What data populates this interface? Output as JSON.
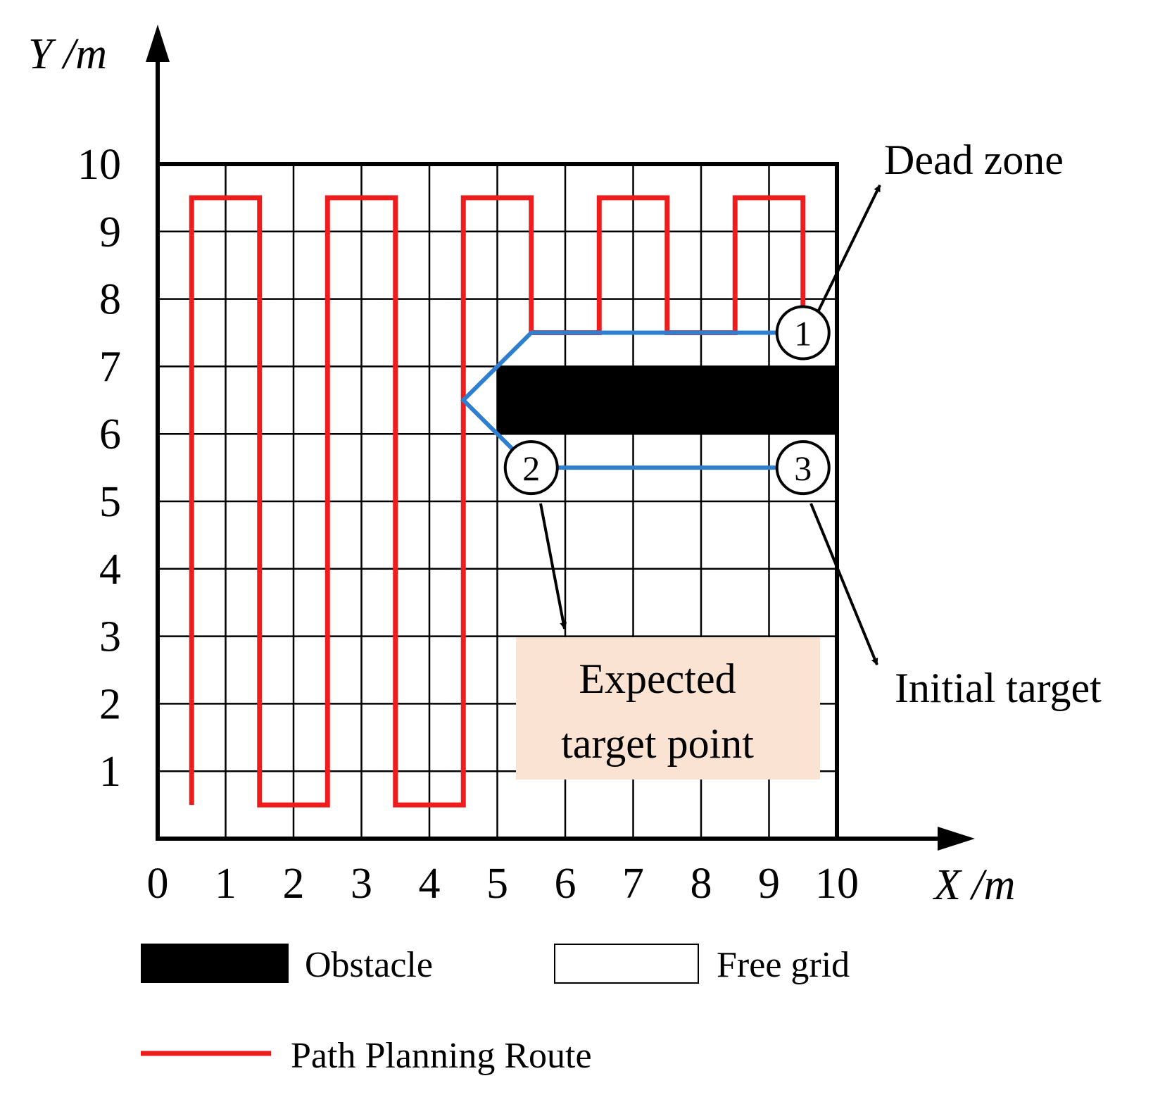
{
  "axes": {
    "x_label": "X /m",
    "y_label": "Y /m",
    "x_ticks": [
      "0",
      "1",
      "2",
      "3",
      "4",
      "5",
      "6",
      "7",
      "8",
      "9",
      "10"
    ],
    "y_ticks": [
      "1",
      "2",
      "3",
      "4",
      "5",
      "6",
      "7",
      "8",
      "9",
      "10"
    ],
    "x_range": [
      0,
      10
    ],
    "y_range": [
      0,
      10
    ]
  },
  "grid": {
    "cell_size_m": 1,
    "columns": 10,
    "rows": 10
  },
  "obstacle": {
    "x": [
      5,
      10
    ],
    "y": [
      6,
      7
    ]
  },
  "red_route": [
    [
      0.5,
      0.5
    ],
    [
      0.5,
      9.5
    ],
    [
      1.5,
      9.5
    ],
    [
      1.5,
      0.5
    ],
    [
      2.5,
      0.5
    ],
    [
      2.5,
      9.5
    ],
    [
      3.5,
      9.5
    ],
    [
      3.5,
      0.5
    ],
    [
      4.5,
      0.5
    ],
    [
      4.5,
      9.5
    ],
    [
      5.5,
      9.5
    ],
    [
      5.5,
      7.5
    ],
    [
      6.5,
      7.5
    ],
    [
      6.5,
      9.5
    ],
    [
      7.5,
      9.5
    ],
    [
      7.5,
      7.5
    ],
    [
      8.5,
      7.5
    ],
    [
      8.5,
      9.5
    ],
    [
      9.5,
      9.5
    ],
    [
      9.5,
      7.5
    ]
  ],
  "blue_route": [
    [
      9.5,
      7.5
    ],
    [
      5.5,
      7.5
    ],
    [
      5,
      7
    ],
    [
      4.5,
      6.5
    ],
    [
      5,
      6
    ],
    [
      5.5,
      5.5
    ],
    [
      9.5,
      5.5
    ]
  ],
  "markers": [
    {
      "id": "1",
      "x": 9.5,
      "y": 7.5
    },
    {
      "id": "2",
      "x": 5.5,
      "y": 5.5
    },
    {
      "id": "3",
      "x": 9.5,
      "y": 5.5
    }
  ],
  "callouts": {
    "dead_zone": "Dead zone",
    "initial_target": "Initial target",
    "expected_line1": "Expected",
    "expected_line2": "target point"
  },
  "legend": {
    "obstacle": "Obstacle",
    "free_grid": "Free grid",
    "route": "Path Planning Route"
  },
  "colors": {
    "route": "#ee1c1c",
    "detour": "#2f7fd1",
    "obstacle": "#000000",
    "highlight_box": "#fbe3d3"
  }
}
